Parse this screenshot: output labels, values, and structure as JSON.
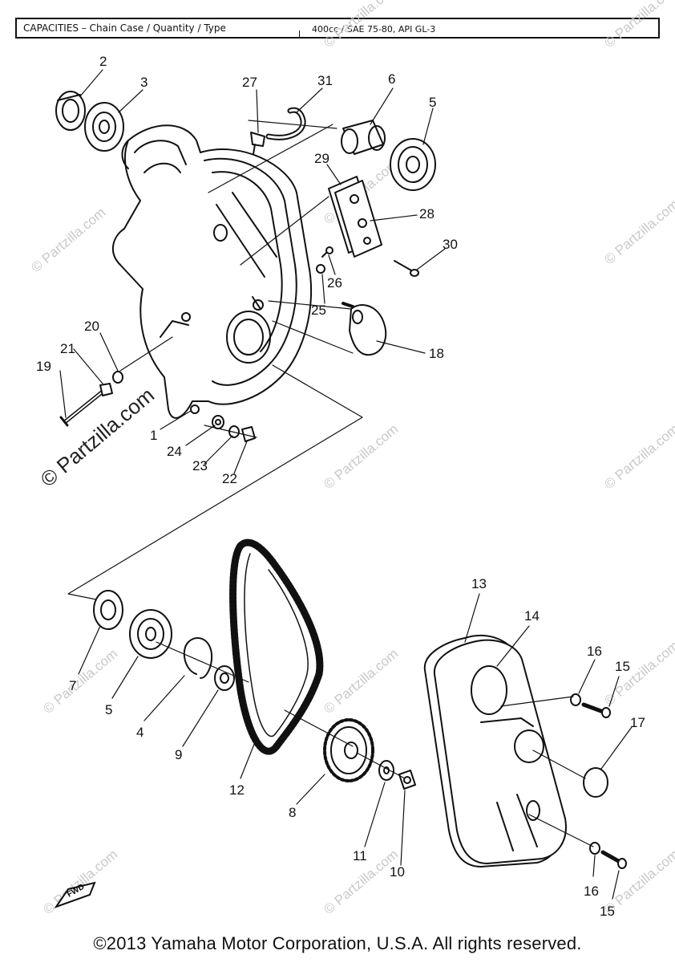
{
  "header": {
    "capacities_label": "CAPACITIES – Chain Case / Quantity / Type",
    "capacities_value": "400cc / SAE 75-80, API GL-3"
  },
  "watermarks": {
    "large": "© Partzilla.com",
    "small": "© Partzilla.com"
  },
  "callouts": {
    "c1": "1",
    "c2": "2",
    "c3": "3",
    "c4": "4",
    "c5a": "5",
    "c5b": "5",
    "c6": "6",
    "c7": "7",
    "c8": "8",
    "c9": "9",
    "c10": "10",
    "c11": "11",
    "c12": "12",
    "c13": "13",
    "c14": "14",
    "c15a": "15",
    "c15b": "15",
    "c16a": "16",
    "c16b": "16",
    "c17": "17",
    "c18": "18",
    "c19": "19",
    "c20": "20",
    "c21": "21",
    "c22": "22",
    "c23": "23",
    "c24": "24",
    "c25": "25",
    "c26": "26",
    "c27": "27",
    "c28": "28",
    "c29": "29",
    "c30": "30",
    "c31": "31"
  },
  "fwd_label": "FWD",
  "copyright": "©2013 Yamaha Motor Corporation, U.S.A. All rights reserved."
}
